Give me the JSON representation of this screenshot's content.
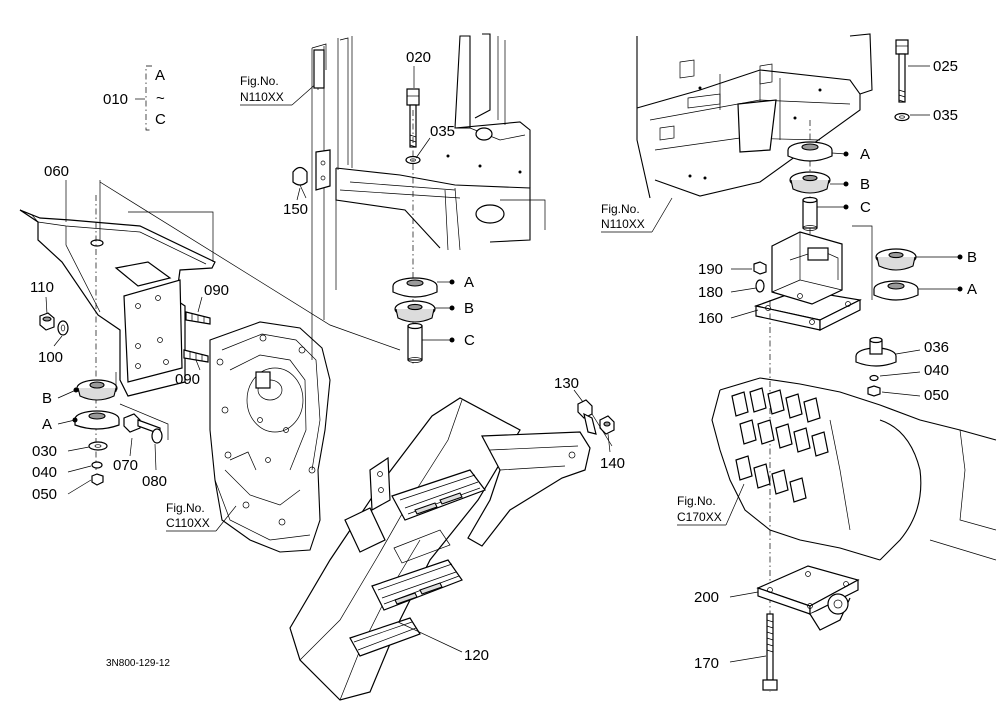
{
  "drawing_code": "3N800-129-12",
  "range_label": {
    "code": "010",
    "from": "A",
    "tilde": "~",
    "to": "C"
  },
  "fig_refs": [
    {
      "id": "fig-n110-top",
      "line1": "Fig.No.",
      "line2": "N110XX"
    },
    {
      "id": "fig-n110-right",
      "line1": "Fig.No.",
      "line2": "N110XX"
    },
    {
      "id": "fig-c110",
      "line1": "Fig.No.",
      "line2": "C110XX"
    },
    {
      "id": "fig-c170",
      "line1": "Fig.No.",
      "line2": "C170XX"
    }
  ],
  "parts": [
    {
      "id": "p020",
      "label": "020"
    },
    {
      "id": "p035a",
      "label": "035"
    },
    {
      "id": "p150",
      "label": "150"
    },
    {
      "id": "p060",
      "label": "060"
    },
    {
      "id": "p110",
      "label": "110"
    },
    {
      "id": "p100",
      "label": "100"
    },
    {
      "id": "p090a",
      "label": "090"
    },
    {
      "id": "p090b",
      "label": "090"
    },
    {
      "id": "pBl",
      "label": "B"
    },
    {
      "id": "pAl",
      "label": "A"
    },
    {
      "id": "p030",
      "label": "030"
    },
    {
      "id": "p040a",
      "label": "040"
    },
    {
      "id": "p050a",
      "label": "050"
    },
    {
      "id": "p070",
      "label": "070"
    },
    {
      "id": "p080",
      "label": "080"
    },
    {
      "id": "pAc",
      "label": "A"
    },
    {
      "id": "pBc",
      "label": "B"
    },
    {
      "id": "pCc",
      "label": "C"
    },
    {
      "id": "p130",
      "label": "130"
    },
    {
      "id": "p140",
      "label": "140"
    },
    {
      "id": "p120",
      "label": "120"
    },
    {
      "id": "p025",
      "label": "025"
    },
    {
      "id": "p035b",
      "label": "035"
    },
    {
      "id": "pAr",
      "label": "A"
    },
    {
      "id": "pBr",
      "label": "B"
    },
    {
      "id": "pCr",
      "label": "C"
    },
    {
      "id": "p190",
      "label": "190"
    },
    {
      "id": "p180",
      "label": "180"
    },
    {
      "id": "p160",
      "label": "160"
    },
    {
      "id": "pBr2",
      "label": "B"
    },
    {
      "id": "pAr2",
      "label": "A"
    },
    {
      "id": "p036",
      "label": "036"
    },
    {
      "id": "p040b",
      "label": "040"
    },
    {
      "id": "p050b",
      "label": "050"
    },
    {
      "id": "p200",
      "label": "200"
    },
    {
      "id": "p170",
      "label": "170"
    }
  ]
}
